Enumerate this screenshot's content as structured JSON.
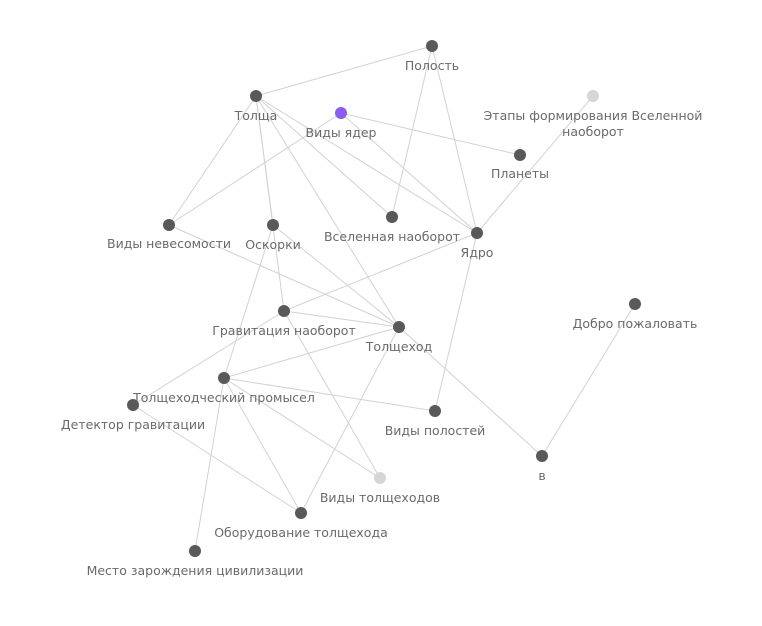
{
  "colors": {
    "node_default": "#595959",
    "node_selected": "#8b5cf0",
    "node_faded": "#d6d6d6",
    "edge": "#d2d2d2",
    "label": "#6a6a6a"
  },
  "nodes": [
    {
      "id": "polost",
      "label": "Полость",
      "state": "default"
    },
    {
      "id": "tolshcha",
      "label": "Толща",
      "state": "default"
    },
    {
      "id": "vidy-yader",
      "label": "Виды ядер",
      "state": "selected"
    },
    {
      "id": "etapy",
      "label": "Этапы формирования Вселенной наоборот",
      "state": "faded"
    },
    {
      "id": "planety",
      "label": "Планеты",
      "state": "default"
    },
    {
      "id": "vidy-nevesomosti",
      "label": "Виды невесомости",
      "state": "default"
    },
    {
      "id": "oskorki",
      "label": "Оскорки",
      "state": "default"
    },
    {
      "id": "vselennaya-naoborot",
      "label": "Вселенная наоборот",
      "state": "default"
    },
    {
      "id": "yadro",
      "label": "Ядро",
      "state": "default"
    },
    {
      "id": "dobro",
      "label": "Добро пожаловать",
      "state": "default"
    },
    {
      "id": "gravitaciya",
      "label": "Гравитация наоборот",
      "state": "default"
    },
    {
      "id": "tolshchehod",
      "label": "Толщеход",
      "state": "default"
    },
    {
      "id": "promysel",
      "label": "Толщеходческий промысел",
      "state": "default"
    },
    {
      "id": "detektor",
      "label": "Детектор гравитации",
      "state": "default"
    },
    {
      "id": "vidy-polostey",
      "label": "Виды полостей",
      "state": "default"
    },
    {
      "id": "v",
      "label": "в",
      "state": "default"
    },
    {
      "id": "vidy-tolshchehodov",
      "label": "Виды толщеходов",
      "state": "faded"
    },
    {
      "id": "oborudovanie",
      "label": "Оборудование толщехода",
      "state": "default"
    },
    {
      "id": "mesto",
      "label": "Место зарождения цивилизации",
      "state": "default"
    }
  ],
  "edges": [
    [
      "tolshcha",
      "polost"
    ],
    [
      "polost",
      "vselennaya-naoborot"
    ],
    [
      "polost",
      "yadro"
    ],
    [
      "tolshcha",
      "vidy-nevesomosti"
    ],
    [
      "tolshcha",
      "oskorki"
    ],
    [
      "tolshcha",
      "vselennaya-naoborot"
    ],
    [
      "tolshcha",
      "yadro"
    ],
    [
      "tolshcha",
      "tolshchehod"
    ],
    [
      "tolshcha",
      "gravitaciya"
    ],
    [
      "vidy-yader",
      "planety"
    ],
    [
      "vidy-yader",
      "vidy-nevesomosti"
    ],
    [
      "vidy-yader",
      "yadro"
    ],
    [
      "etapy",
      "yadro"
    ],
    [
      "vidy-nevesomosti",
      "tolshchehod"
    ],
    [
      "oskorki",
      "tolshchehod"
    ],
    [
      "oskorki",
      "promysel"
    ],
    [
      "yadro",
      "gravitaciya"
    ],
    [
      "yadro",
      "vidy-polostey"
    ],
    [
      "gravitaciya",
      "tolshchehod"
    ],
    [
      "gravitaciya",
      "detektor"
    ],
    [
      "gravitaciya",
      "vidy-tolshchehodov"
    ],
    [
      "tolshchehod",
      "promysel"
    ],
    [
      "tolshchehod",
      "v"
    ],
    [
      "tolshchehod",
      "oborudovanie"
    ],
    [
      "promysel",
      "vidy-polostey"
    ],
    [
      "promysel",
      "vidy-tolshchehodov"
    ],
    [
      "promysel",
      "oborudovanie"
    ],
    [
      "promysel",
      "mesto"
    ],
    [
      "detektor",
      "oborudovanie"
    ],
    [
      "dobro",
      "v"
    ]
  ]
}
